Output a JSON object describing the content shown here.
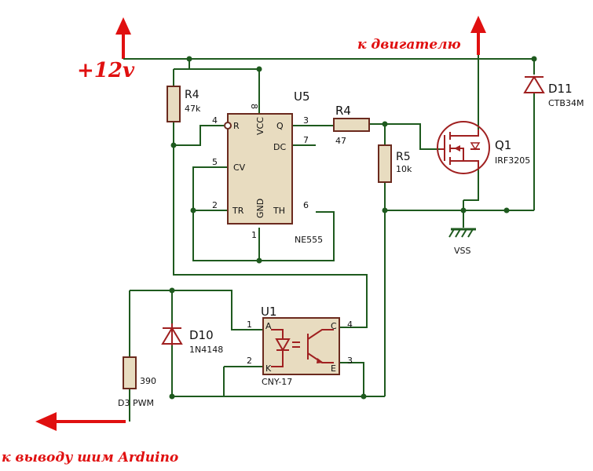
{
  "labels": {
    "supply": "+12v",
    "to_motor": "к двигателю",
    "to_arduino": "к выводу шим Arduino"
  },
  "components": {
    "r4_top": {
      "ref": "R4",
      "value": "47k"
    },
    "u5": {
      "ref": "U5",
      "value": "NE555",
      "pins": {
        "r": "R",
        "vcc": "VCC",
        "q": "Q",
        "dc": "DC",
        "cv": "CV",
        "tr": "TR",
        "gnd": "GND",
        "th": "TH"
      },
      "pin_numbers": {
        "p4": "4",
        "p8": "8",
        "p3": "3",
        "p7": "7",
        "p5": "5",
        "p2": "2",
        "p1": "1",
        "p6": "6"
      }
    },
    "r4_mid": {
      "ref": "R4",
      "value": "47"
    },
    "r5": {
      "ref": "R5",
      "value": "10k"
    },
    "q1": {
      "ref": "Q1",
      "value": "IRF3205"
    },
    "d11": {
      "ref": "D11",
      "value": "CTB34M"
    },
    "vss": {
      "ref": "VSS"
    },
    "u1": {
      "ref": "U1",
      "value": "CNY-17",
      "pins": {
        "a": "A",
        "k": "K",
        "c": "C",
        "e": "E"
      },
      "pin_numbers": {
        "p1": "1",
        "p2": "2",
        "p4": "4",
        "p3": "3"
      }
    },
    "d10": {
      "ref": "D10",
      "value": "1N4148"
    },
    "r390": {
      "value": "390",
      "net": "D3 PWM"
    }
  },
  "colors": {
    "wire": "#1e5a1e",
    "component": "#a02020",
    "accent": "#e01010",
    "body_fill": "#e8dcc0"
  }
}
